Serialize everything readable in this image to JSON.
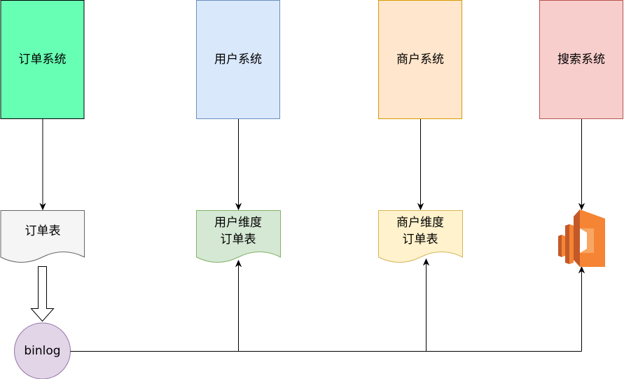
{
  "systems": {
    "order": {
      "label": "订单系统",
      "fill": "#66FFB3",
      "stroke": "#000000"
    },
    "user": {
      "label": "用户系统",
      "fill": "#DAE8FC",
      "stroke": "#6C8EBF"
    },
    "merchant": {
      "label": "商户系统",
      "fill": "#FFE6CC",
      "stroke": "#D79B00"
    },
    "search": {
      "label": "搜索系统",
      "fill": "#F8CECC",
      "stroke": "#B85450"
    }
  },
  "tables": {
    "order_table": {
      "label": "订单表",
      "fill": "#F5F5F5",
      "stroke": "#666666"
    },
    "user_table": {
      "line1": "用户维度",
      "line2": "订单表",
      "fill": "#D5E8D4",
      "stroke": "#82B366"
    },
    "merchant_table": {
      "line1": "商户维度",
      "line2": "订单表",
      "fill": "#FFF2CC",
      "stroke": "#D6B656"
    }
  },
  "binlog": {
    "label": "binlog",
    "fill": "#E1D5E7",
    "stroke": "#9673A6"
  },
  "search_engine": {
    "icon": "elasticsearch-icon",
    "colors": [
      "#F58534",
      "#C35928",
      "#F8A663"
    ]
  }
}
